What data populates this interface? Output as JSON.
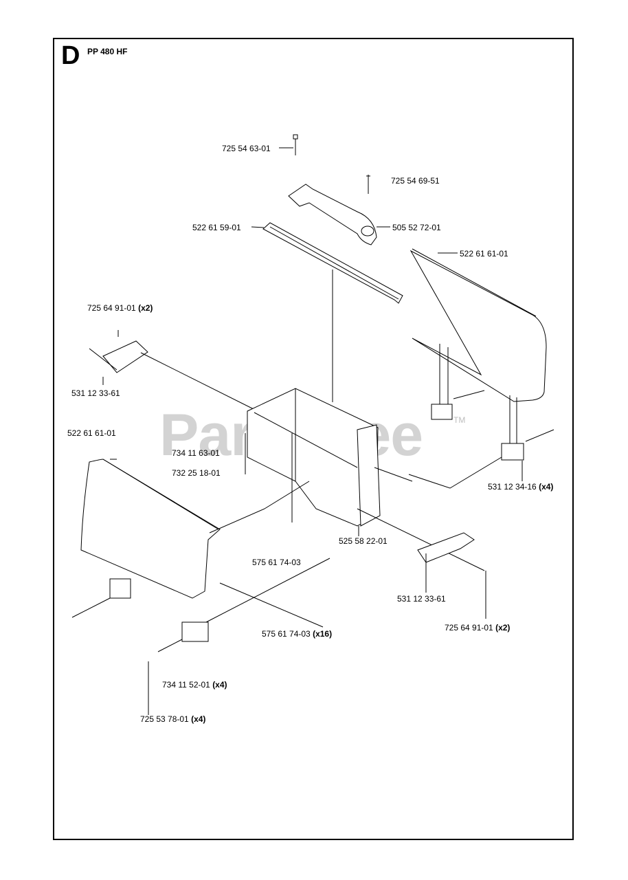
{
  "header": {
    "section_letter": "D",
    "model": "PP 480 HF"
  },
  "watermark": {
    "text": "PartsTree",
    "tm": "TM"
  },
  "parts": [
    {
      "number": "725 54 63-01",
      "qty": ""
    },
    {
      "number": "725 54 69-51",
      "qty": ""
    },
    {
      "number": "505 52 72-01",
      "qty": ""
    },
    {
      "number": "522 61 59-01",
      "qty": ""
    },
    {
      "number": "522 61 61-01",
      "qty": ""
    },
    {
      "number": "725 64 91-01",
      "qty": "(x2)"
    },
    {
      "number": "531 12 33-61",
      "qty": ""
    },
    {
      "number": "522 61 61-01",
      "qty": ""
    },
    {
      "number": "734 11 63-01",
      "qty": ""
    },
    {
      "number": "732 25 18-01",
      "qty": ""
    },
    {
      "number": "531 12 34-16",
      "qty": "(x4)"
    },
    {
      "number": "525 58 22-01",
      "qty": ""
    },
    {
      "number": "575 61 74-03",
      "qty": ""
    },
    {
      "number": "531 12 33-61",
      "qty": ""
    },
    {
      "number": "575 61 74-03",
      "qty": "(x16)"
    },
    {
      "number": "725 64 91-01",
      "qty": "(x2)"
    },
    {
      "number": "734 11 52-01",
      "qty": "(x4)"
    },
    {
      "number": "725 53 78-01",
      "qty": "(x4)"
    }
  ]
}
